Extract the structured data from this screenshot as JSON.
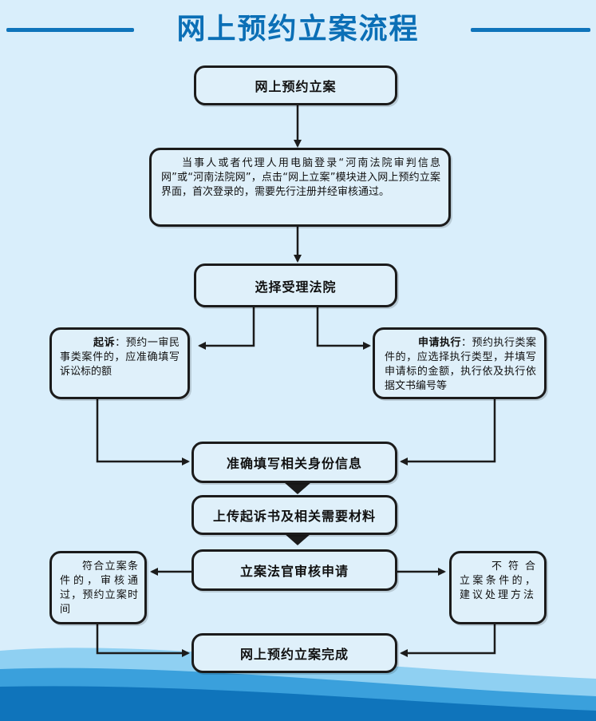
{
  "title": "网上预约立案流程",
  "colors": {
    "accent": "#0f74bb",
    "background": "#d9eefb",
    "box_fill": "#dff0fa",
    "border": "#1b1b1b"
  },
  "steps": {
    "step1": "网上预约立案",
    "step2": "当事人或者代理人用电脑登录“河南法院审判信息网”或“河南法院网”，点击“网上立案”模块进入网上预约立案界面，首次登录的，需要先行注册并经审核通过。",
    "step3": "选择受理法院",
    "left_branch": {
      "lead": "起诉",
      "text": "：预约一审民事类案件的，应准确填写诉讼标的额"
    },
    "right_branch": {
      "lead": "申请执行",
      "text": "：预约执行类案件的，应选择执行类型，并填写申请标的金额，执行依及执行依据文书编号等"
    },
    "step4": "准确填写相关身份信息",
    "step5": "上传起诉书及相关需要材料",
    "step6": "立案法官审核申请",
    "left_result": "符合立案条件的，审核通过，预约立案时间",
    "right_result": "不符合立案条件的，建议处理方法",
    "step7": "网上预约立案完成"
  }
}
